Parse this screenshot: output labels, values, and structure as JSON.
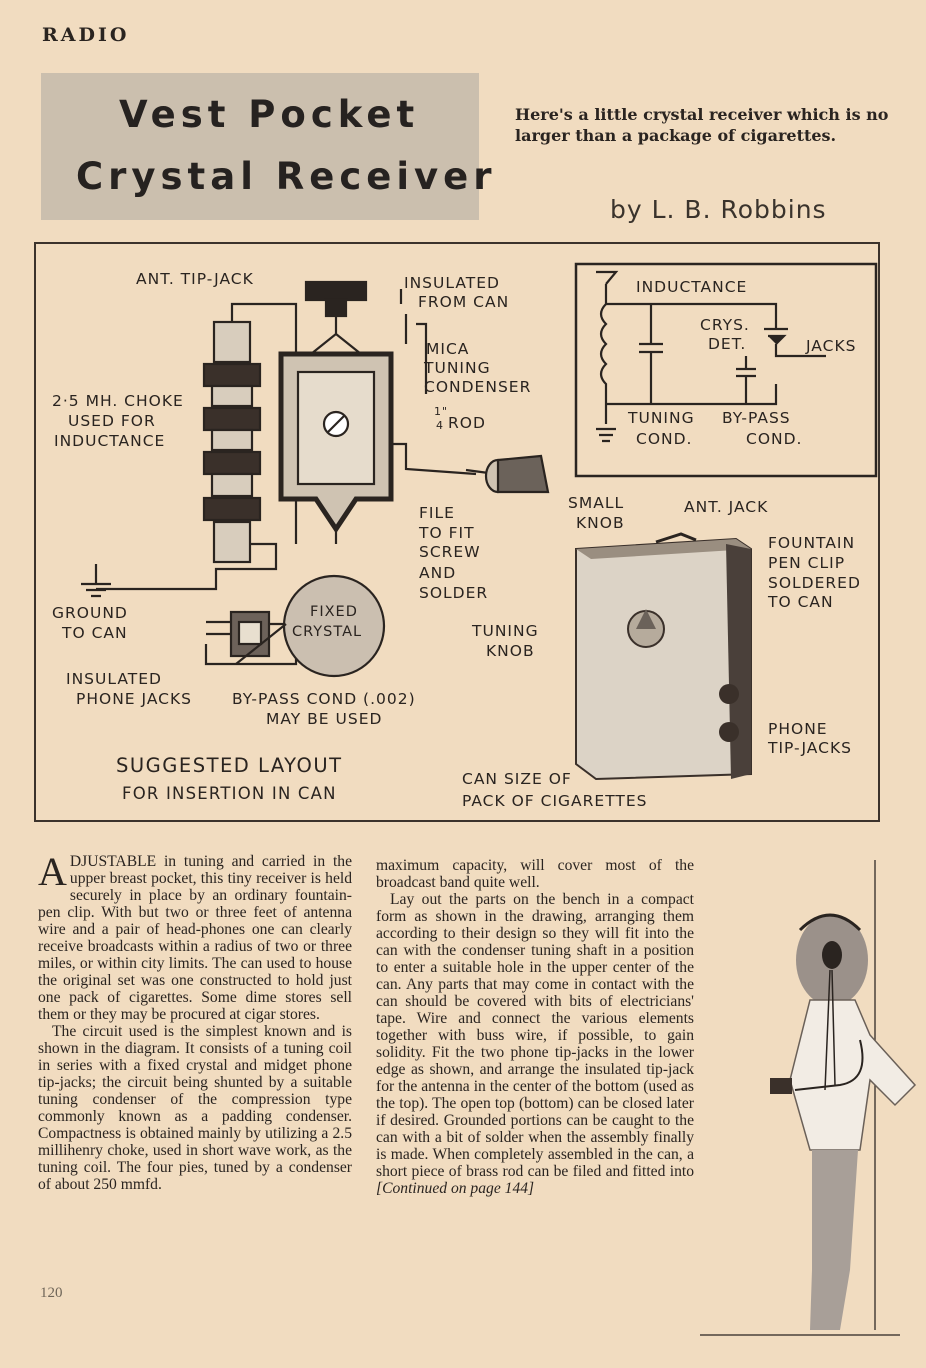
{
  "header": {
    "section": "RADIO"
  },
  "article": {
    "title_line1": "Vest Pocket",
    "title_line2": "Crystal Receiver",
    "tagline": "Here's a little crystal receiver which is no larger than a package of cigarettes.",
    "byline": "by L. B. Robbins"
  },
  "figure": {
    "labels": {
      "ant_tip_jack": "ANT. TIP-JACK",
      "insulated_from_can_1": "INSULATED",
      "insulated_from_can_2": "FROM CAN",
      "mica_1": "MICA",
      "mica_2": "TUNING",
      "mica_3": "CONDENSER",
      "choke_1": "2·5 MH. CHOKE",
      "choke_2": "USED FOR",
      "choke_3": "INDUCTANCE",
      "rod_frac": "1\"",
      "rod_frac_den": "4",
      "rod": "ROD",
      "file_1": "FILE",
      "file_2": "TO FIT",
      "file_3": "SCREW",
      "file_4": "AND",
      "file_5": "SOLDER",
      "small_knob_1": "SMALL",
      "small_knob_2": "KNOB",
      "ground_1": "GROUND",
      "ground_2": "TO CAN",
      "fixed_crystal_1": "FIXED",
      "fixed_crystal_2": "CRYSTAL",
      "insulated_phone_1": "INSULATED",
      "insulated_phone_2": "PHONE JACKS",
      "bypass_1": "BY-PASS COND (.002)",
      "bypass_2": "MAY BE USED",
      "suggested_1": "SUGGESTED LAYOUT",
      "suggested_2": "FOR INSERTION IN CAN",
      "tuning_knob_1": "TUNING",
      "tuning_knob_2": "KNOB",
      "ant_jack": "ANT. JACK",
      "fountain_1": "FOUNTAIN",
      "fountain_2": "PEN CLIP",
      "fountain_3": "SOLDERED",
      "fountain_4": "TO CAN",
      "phone_tip_1": "PHONE",
      "phone_tip_2": "TIP-JACKS",
      "can_size_1": "CAN SIZE OF",
      "can_size_2": "PACK OF CIGARETTES"
    },
    "schematic": {
      "inductance": "INDUCTANCE",
      "crys_1": "CRYS.",
      "crys_2": "DET.",
      "jacks": "JACKS",
      "tuning_1": "TUNING",
      "tuning_2": "COND.",
      "bypass_1": "BY-PASS",
      "bypass_2": "COND."
    }
  },
  "body": {
    "drop_cap": "A",
    "col1_p1": "DJUSTABLE in tuning and carried in the upper breast pocket, this tiny receiver is held securely in place by an ordinary fountain-pen clip. With but two or three feet of antenna wire and a pair of head-phones one can clearly receive broadcasts within a radius of two or three miles, or within city limits. The can used to house the original set was one constructed to hold just one pack of cigarettes. Some dime stores sell them or they may be procured at cigar stores.",
    "col1_p2": "The circuit used is the simplest known and is shown in the diagram. It consists of a tuning coil in series with a fixed crystal and midget phone tip-jacks; the circuit being shunted by a suitable tuning condenser of the compression type commonly known as a padding condenser. Compactness is obtained mainly by utilizing a 2.5 millihenry choke, used in short wave work, as the tuning coil. The four pies, tuned by a condenser of about 250 mmfd.",
    "col2_p1": "maximum capacity, will cover most of the broadcast band quite well.",
    "col2_p2": "Lay out the parts on the bench in a compact form as shown in the drawing, arranging them according to their design so they will fit into the can with the condenser tuning shaft in a position to enter a suitable hole in the upper center of the can. Any parts that may come in contact with the can should be covered with bits of electricians' tape. Wire and connect the various elements together with buss wire, if possible, to gain solidity. Fit the two phone tip-jacks in the lower edge as shown, and arrange the insulated tip-jack for the antenna in the center of the bottom (used as the top). The open top (bottom) can be closed later if desired. Grounded portions can be caught to the can with a bit of solder when the assembly finally is made. When completely assembled in the can, a short piece of brass rod can be filed and fitted into",
    "continued": "[Continued on page 144]"
  },
  "footer": {
    "page_number": "120"
  }
}
